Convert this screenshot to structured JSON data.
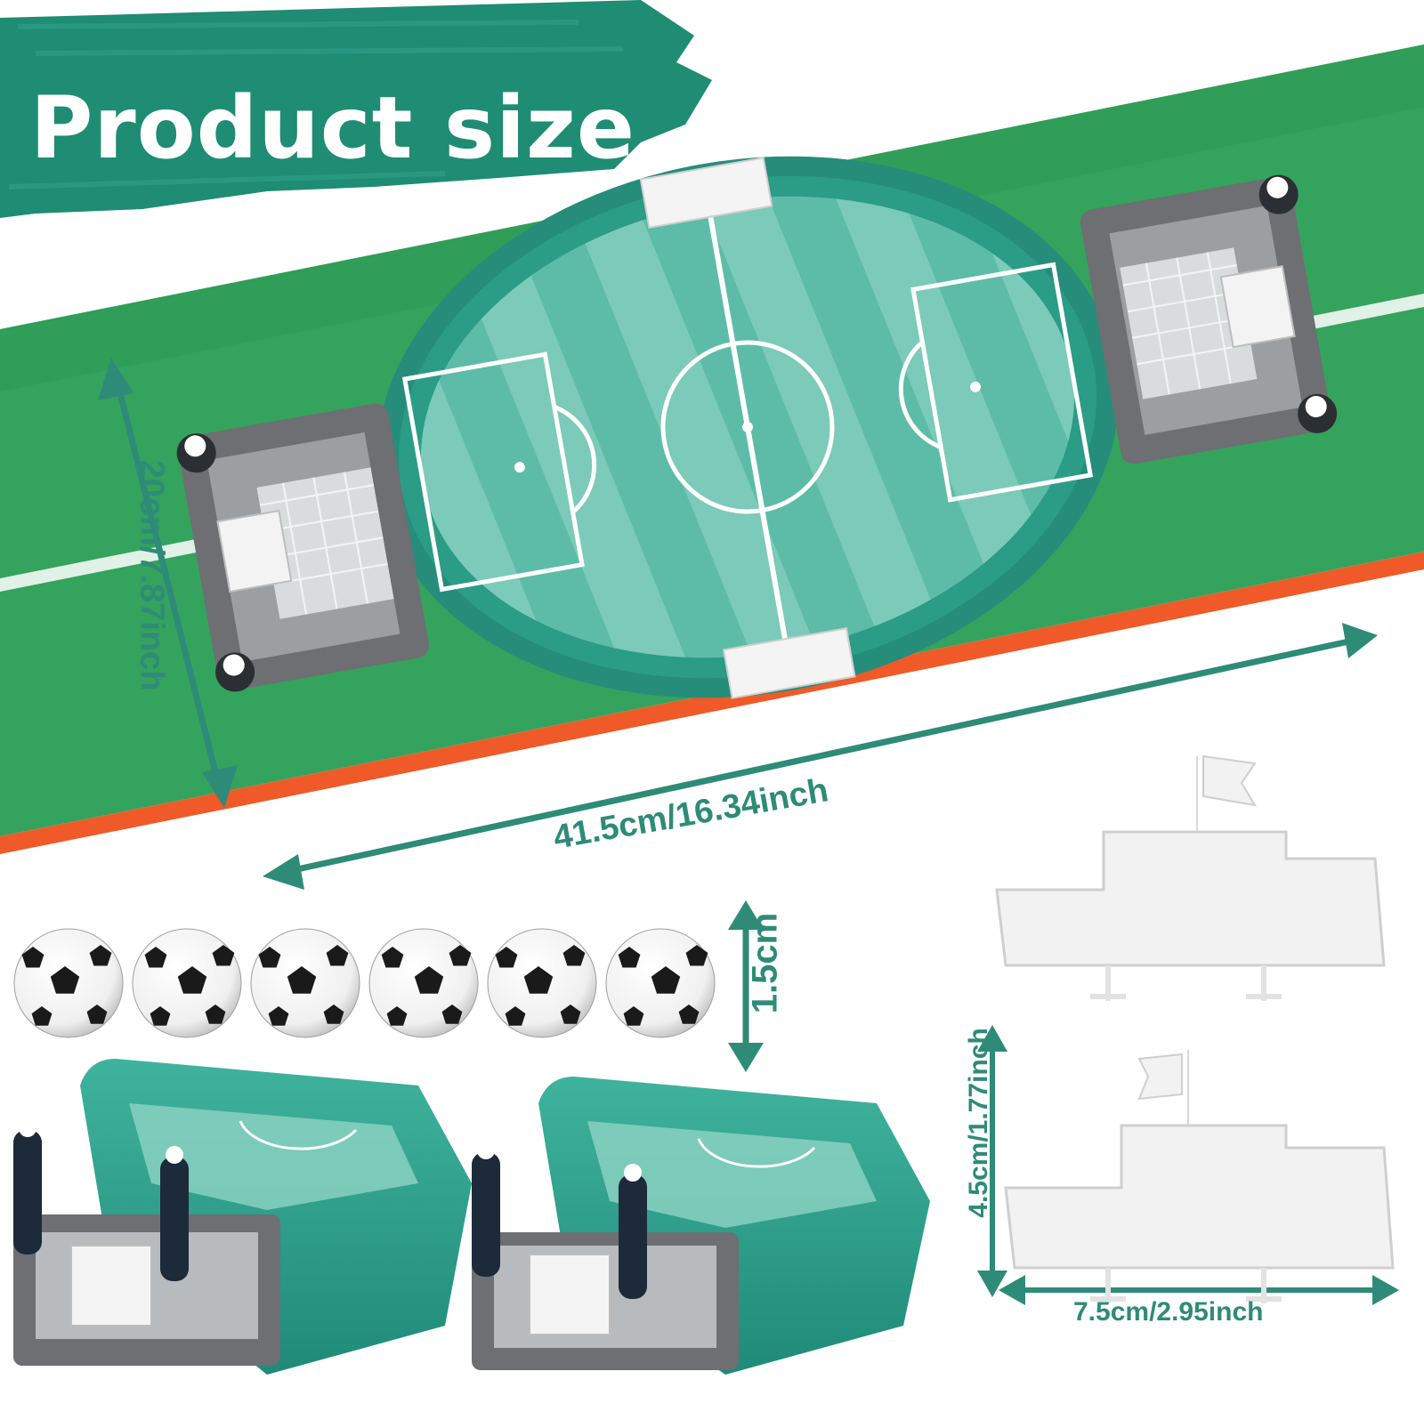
{
  "title": "Product size",
  "dimensions": {
    "width": "41.5cm/16.34inch",
    "height": "20cm/7.87inch",
    "ball": "1.5cm",
    "flag_height": "4.5cm/1.77inch",
    "flag_width": "7.5cm/2.95inch"
  },
  "colors": {
    "teal_field": "#3aa48f",
    "grass": "#32a65e",
    "stripe_orange": "#f05a28",
    "dimension_text": "#2e8b78",
    "frame_gray": "#6d6f72"
  },
  "balls_count": 6
}
